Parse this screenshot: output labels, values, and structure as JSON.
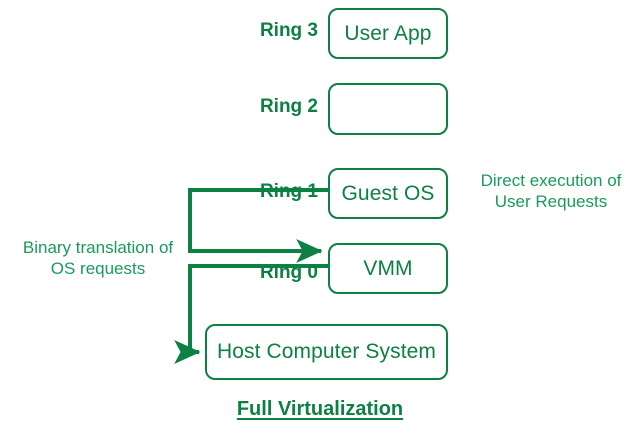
{
  "diagram": {
    "title": "Full Virtualization",
    "accent_color": "#0d8043",
    "note_color": "#1a9a5c",
    "background": "#ffffff"
  },
  "rings": [
    {
      "label": "Ring 3"
    },
    {
      "label": "Ring 2"
    },
    {
      "label": "Ring 1"
    },
    {
      "label": "Ring 0"
    }
  ],
  "boxes": {
    "user_app": "User App",
    "ring2_empty": "",
    "guest_os": "Guest OS",
    "vmm": "VMM",
    "host": "Host Computer System"
  },
  "annotations": {
    "left": "Binary translation of\nOS requests",
    "right": "Direct execution of\nUser Requests"
  },
  "connectors": {
    "binary_translation_to_vmm": "arrow-guest-os-to-vmm",
    "binary_translation_to_host": "arrow-vmm-to-host"
  }
}
